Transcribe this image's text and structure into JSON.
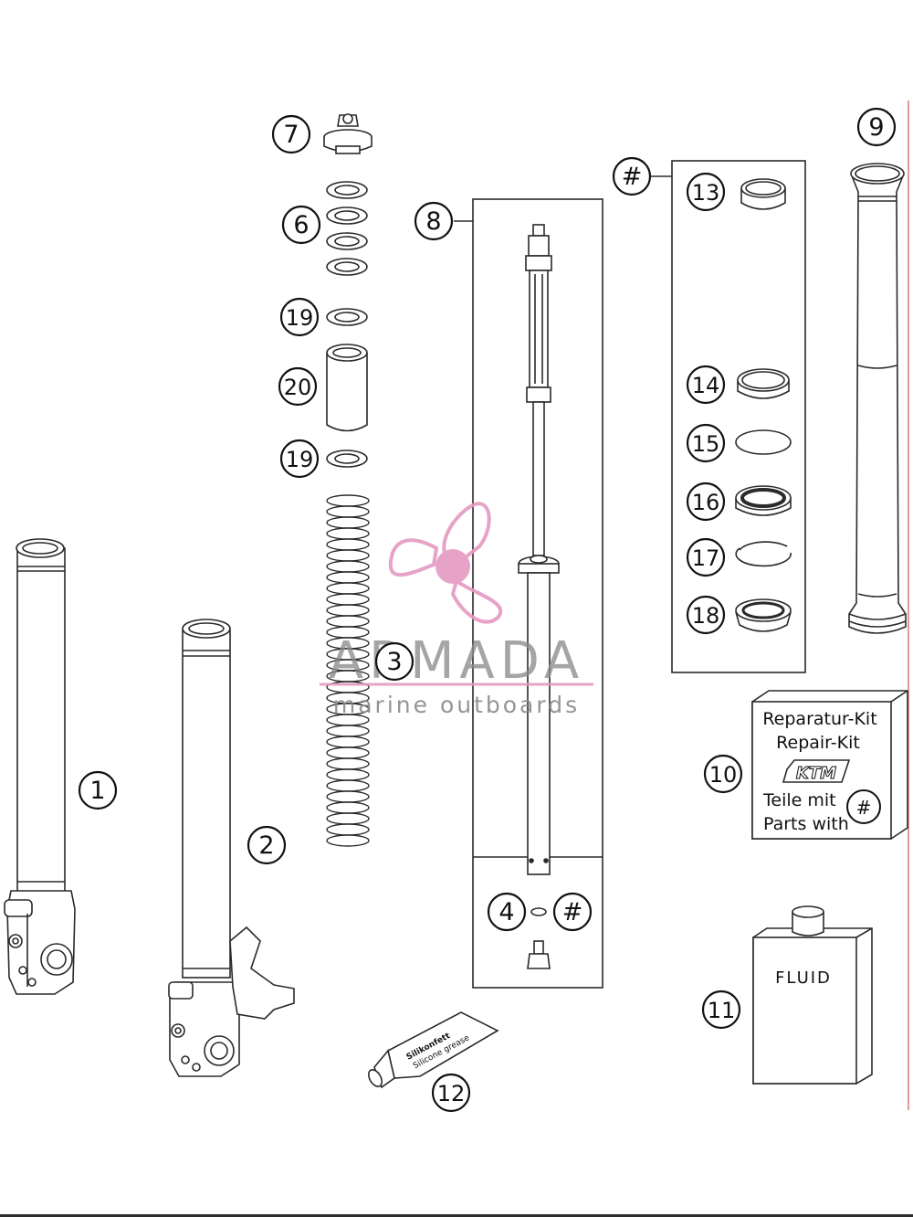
{
  "callouts": [
    {
      "key": "c1",
      "text": "1"
    },
    {
      "key": "c2",
      "text": "2"
    },
    {
      "key": "c3",
      "text": "3"
    },
    {
      "key": "c4",
      "text": "4"
    },
    {
      "key": "c4h",
      "text": "#"
    },
    {
      "key": "c6",
      "text": "6"
    },
    {
      "key": "c7",
      "text": "7"
    },
    {
      "key": "c8",
      "text": "8"
    },
    {
      "key": "c9",
      "text": "9"
    },
    {
      "key": "c10",
      "text": "10"
    },
    {
      "key": "c11",
      "text": "11"
    },
    {
      "key": "c12",
      "text": "12"
    },
    {
      "key": "c13",
      "text": "13"
    },
    {
      "key": "c14",
      "text": "14"
    },
    {
      "key": "c15",
      "text": "15"
    },
    {
      "key": "c16",
      "text": "16"
    },
    {
      "key": "c17",
      "text": "17"
    },
    {
      "key": "c18",
      "text": "18"
    },
    {
      "key": "c19a",
      "text": "19"
    },
    {
      "key": "c19b",
      "text": "19"
    },
    {
      "key": "c20",
      "text": "20"
    },
    {
      "key": "chash",
      "text": "#"
    }
  ],
  "repair_kit": {
    "line1": "Reparatur-Kit",
    "line2": "Repair-Kit",
    "brand": "KTM",
    "line3": "Teile mit",
    "line4": "Parts with",
    "mark": "#"
  },
  "fluid_label": "FLUID",
  "grease_tube": {
    "line1": "Silikonfett",
    "line2": "Silicone grease"
  },
  "watermark": {
    "brand": "ARMADA",
    "tagline": "marine outboards"
  },
  "colors": {
    "line": "#2a2a2a",
    "fill": "#ffffff",
    "watermark": "#e59ac2",
    "watermark_text": "#8a8a8a"
  }
}
